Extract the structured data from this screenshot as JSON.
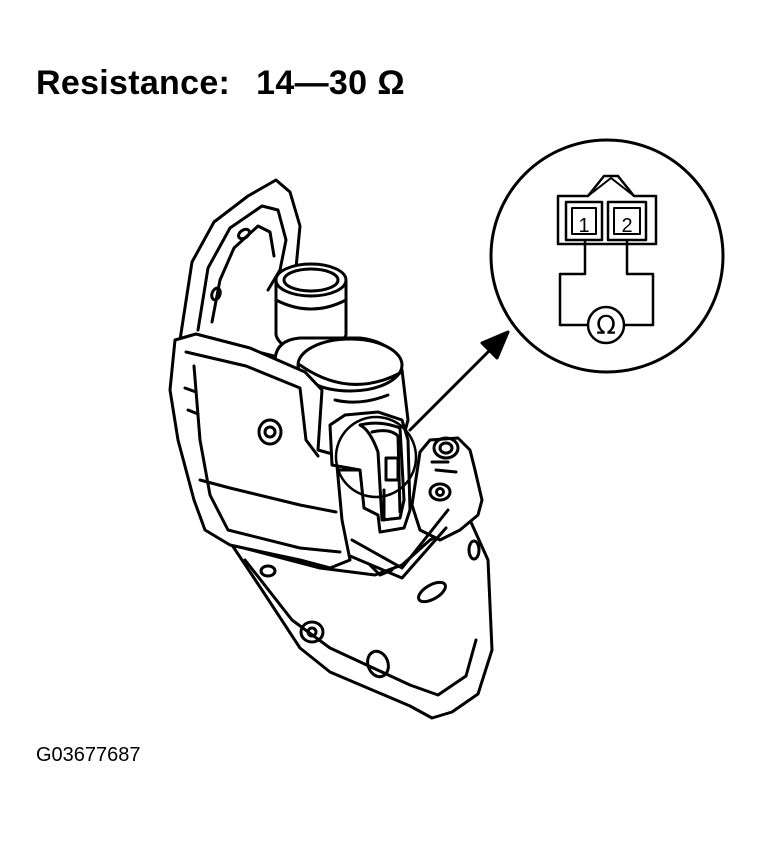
{
  "header": {
    "resistance_label": "Resistance:",
    "resistance_value": "14—30",
    "resistance_unit": "Ω"
  },
  "connector_inset": {
    "pins": [
      "1",
      "2"
    ],
    "meter_symbol": "Ω"
  },
  "figure_id": "G03677687",
  "colors": {
    "line": "#000000",
    "background": "#ffffff"
  }
}
